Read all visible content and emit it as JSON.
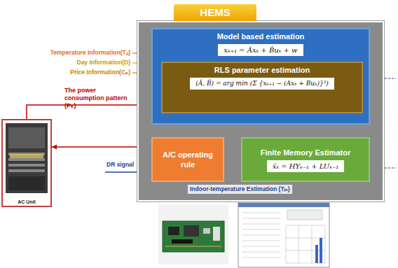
{
  "diagram": {
    "nodes": [
      {
        "text": [
          "HEMS"
        ]
      },
      {
        "text": [
          "Model based estimation",
          "xₖ₊₁ = Âxₖ + B̂uₖ + w"
        ],
        "in": 0
      },
      {
        "text": [
          "RLS parameter estimation",
          "(Â, B̂) = arg min (Σ {xₖ₊₁ − (Axₖ + Buₖ)}²)"
        ],
        "in": 1
      },
      {
        "text": [
          "A/C operating rule"
        ],
        "in": 0
      },
      {
        "text": [
          "Finite Memory Estimator",
          "x̂ₖ = HYₖ₋₁ + LUₖ₋₁"
        ],
        "in": 0
      },
      {
        "text": [
          "AC Unit"
        ]
      }
    ],
    "edges": [
      {
        "from": 5,
        "to": 1,
        "arrow": "to",
        "label": "The power consumption pattern (Pₖ)"
      },
      {
        "from": 3,
        "to": 5,
        "arrow": "to"
      },
      {
        "from": 4,
        "to": 3,
        "arrow": "to"
      },
      {
        "from": 2,
        "to": 4,
        "arrow": "to"
      }
    ],
    "labels": [
      "Temperature Information(Tₒ)",
      "Day Information(D)",
      "Price Information(Cₚ)",
      "DR signal",
      "Indoor-temperature Estimation (Tᵢₙ)"
    ]
  }
}
